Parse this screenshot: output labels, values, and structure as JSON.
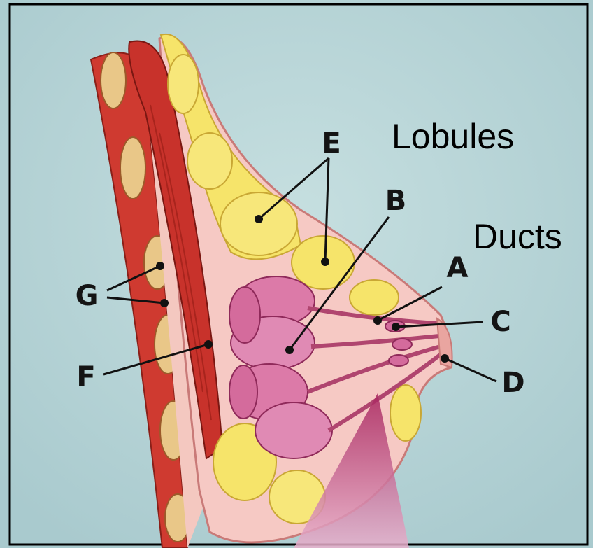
{
  "labels": {
    "a": "A",
    "b": "B",
    "c": "C",
    "d": "D",
    "e": "E",
    "f": "F",
    "g": "G"
  },
  "annotations": {
    "lobules": "Lobules",
    "ducts": "Ducts"
  },
  "colors": {
    "background": "#b9d6d8",
    "frame": "#000000",
    "muscle": "#cf3a30",
    "fat": "#f6e46a",
    "lobule": "#dc7aa8",
    "tissue": "#f6c9c4",
    "projection": "#b8336e"
  }
}
